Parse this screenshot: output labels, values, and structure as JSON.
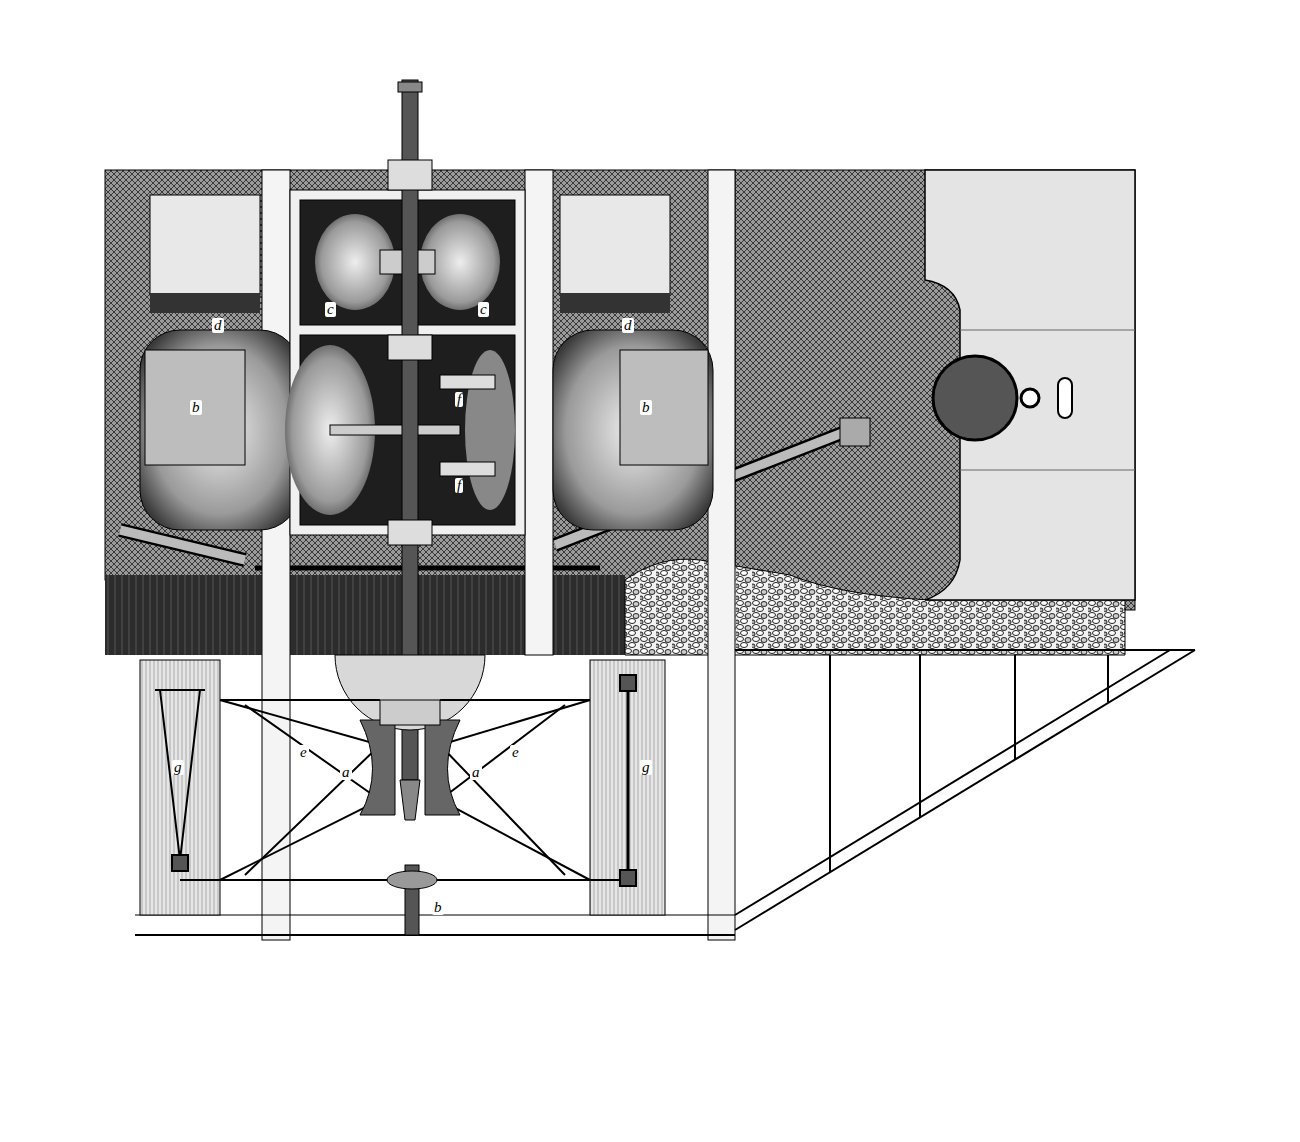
{
  "diagram": {
    "labels": [
      "c",
      "c",
      "d",
      "d",
      "b",
      "b",
      "f",
      "f",
      "e",
      "e",
      "a",
      "a",
      "b",
      "g",
      "g"
    ]
  }
}
